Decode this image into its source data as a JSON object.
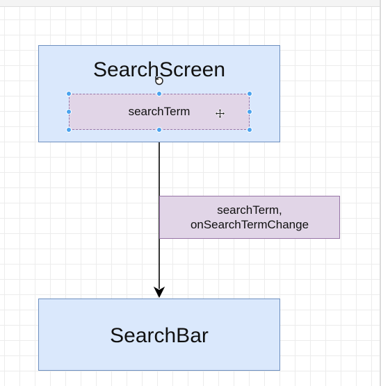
{
  "diagram": {
    "nodes": {
      "search_screen": {
        "label": "SearchScreen",
        "state": "searchTerm"
      },
      "search_bar": {
        "label": "SearchBar"
      }
    },
    "edge": {
      "from": "SearchScreen",
      "to": "SearchBar",
      "label_line1": "searchTerm,",
      "label_line2": "onSearchTermChange"
    }
  },
  "colors": {
    "component_fill": "#dae8fc",
    "component_stroke": "#6c8ebf",
    "state_fill": "#e1d5e7",
    "state_stroke": "#9673a6",
    "selection_handle": "#4aa3ee"
  },
  "icons": {
    "cursor": "rotate-cursor-icon",
    "move": "move-icon"
  }
}
